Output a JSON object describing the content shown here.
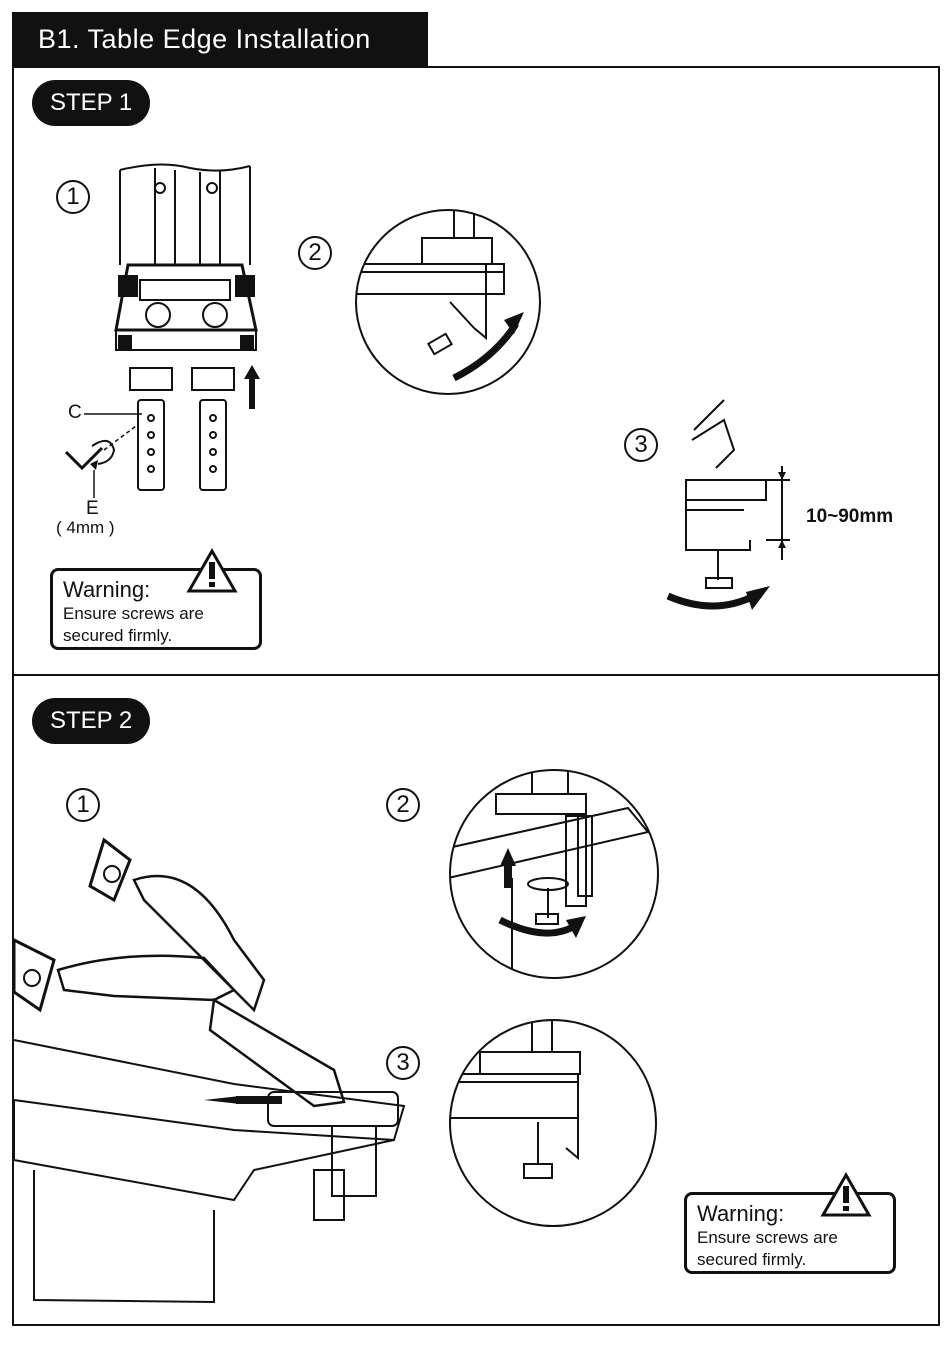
{
  "header": {
    "title": "B1. Table Edge Installation"
  },
  "step1": {
    "label": "STEP 1",
    "sub_numbers": [
      "1",
      "2",
      "3"
    ],
    "part_c": "C",
    "part_e": "E",
    "part_e_size": "( 4mm )",
    "dimension": "10~90mm",
    "warning": {
      "title": "Warning:",
      "line1": "Ensure screws are",
      "line2": "secured firmly."
    }
  },
  "step2": {
    "label": "STEP 2",
    "sub_numbers": [
      "1",
      "2",
      "3"
    ],
    "warning": {
      "title": "Warning:",
      "line1": "Ensure screws are",
      "line2": "secured firmly."
    }
  },
  "icons": [
    "warning-triangle-icon",
    "up-arrow-icon",
    "hex-key-icon",
    "rotate-arrow-icon"
  ]
}
